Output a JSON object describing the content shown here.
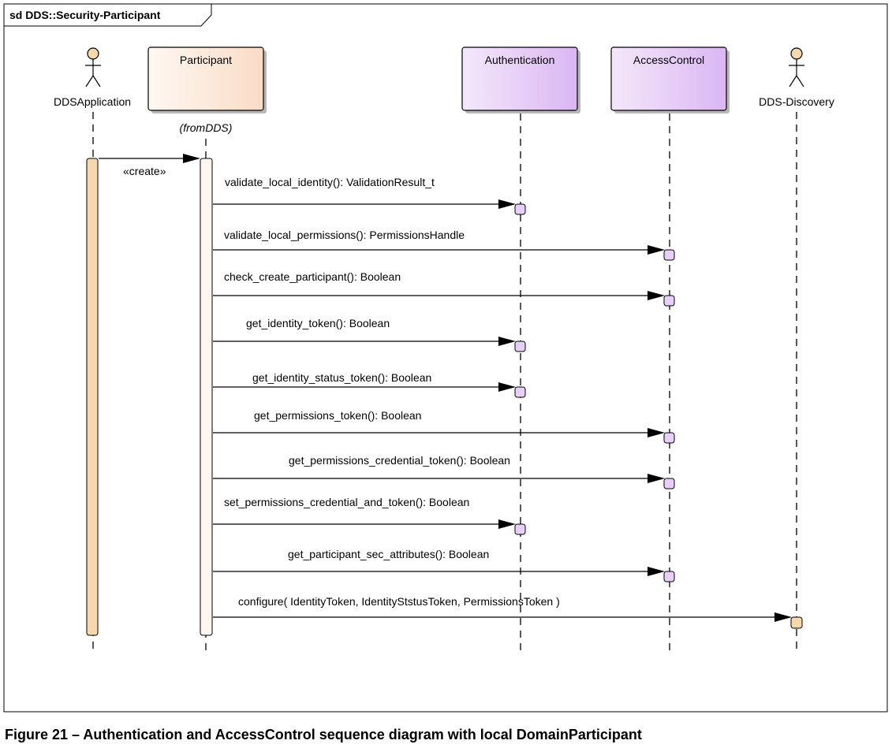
{
  "frame": {
    "title": "sd DDS::Security-Participant"
  },
  "lifelines": [
    {
      "id": "app",
      "label": "DDSApplication",
      "kind": "actor",
      "color": "#F5D8AE"
    },
    {
      "id": "participant",
      "label": "Participant",
      "kind": "object",
      "note": "(fromDDS)",
      "color": "#FCE3D2"
    },
    {
      "id": "auth",
      "label": "Authentication",
      "kind": "object",
      "color": "#E3C3F5"
    },
    {
      "id": "ac",
      "label": "AccessControl",
      "kind": "object",
      "color": "#E3C3F5"
    },
    {
      "id": "disc",
      "label": "DDS-Discovery",
      "kind": "actor",
      "color": "#F5D8AE"
    }
  ],
  "messages": [
    {
      "from": "app",
      "to": "participant",
      "label": "«create»"
    },
    {
      "from": "participant",
      "to": "auth",
      "label": "validate_local_identity(): ValidationResult_t"
    },
    {
      "from": "participant",
      "to": "ac",
      "label": "validate_local_permissions(): PermissionsHandle"
    },
    {
      "from": "participant",
      "to": "ac",
      "label": "check_create_participant(): Boolean"
    },
    {
      "from": "participant",
      "to": "auth",
      "label": "get_identity_token(): Boolean"
    },
    {
      "from": "participant",
      "to": "auth",
      "label": "get_identity_status_token(): Boolean"
    },
    {
      "from": "participant",
      "to": "ac",
      "label": "get_permissions_token(): Boolean"
    },
    {
      "from": "participant",
      "to": "ac",
      "label": "get_permissions_credential_token(): Boolean"
    },
    {
      "from": "participant",
      "to": "auth",
      "label": "set_permissions_credential_and_token(): Boolean"
    },
    {
      "from": "participant",
      "to": "ac",
      "label": "get_participant_sec_attributes(): Boolean"
    },
    {
      "from": "participant",
      "to": "disc",
      "label": "configure( IdentityToken, IdentityStstusToken, PermissionsToken )"
    }
  ],
  "caption": "Figure 21 – Authentication and AccessControl sequence diagram with local DomainParticipant"
}
